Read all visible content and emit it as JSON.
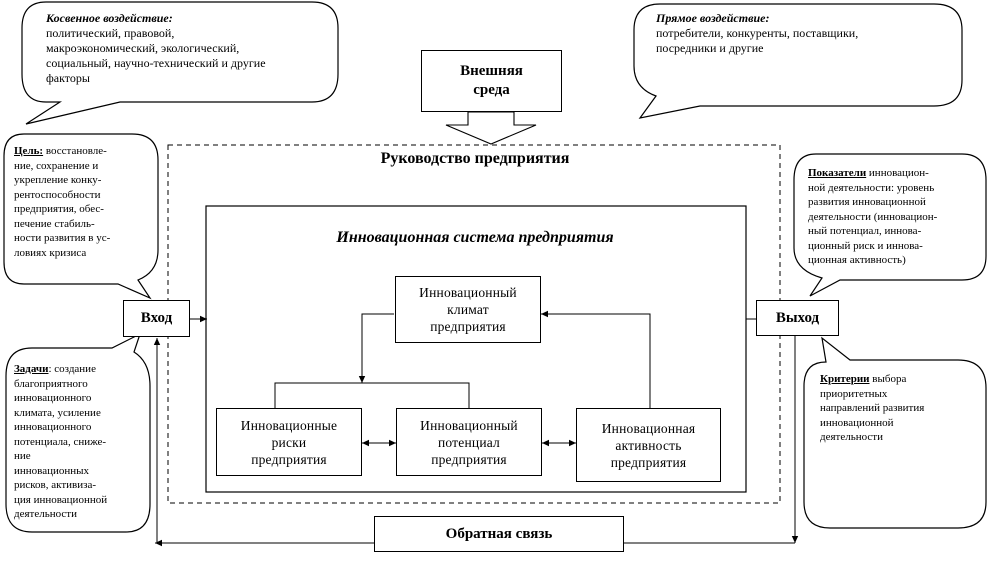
{
  "external": {
    "box_label": "Внешняя\nсреда",
    "indirect": {
      "heading": "Косвенное воздействие:",
      "text": "политический, правовой,\nмакроэкономический, экологический,\nсоциальный, научно-технический и другие\nфакторы"
    },
    "direct": {
      "heading": "Прямое воздействие:",
      "text": "потребители, конкуренты, поставщики,\nпосредники и другие"
    }
  },
  "management": {
    "title": "Руководство предприятия"
  },
  "innovation_system": {
    "title": "Инновационная система предприятия",
    "climate": "Инновационный\nклимат\nпредприятия",
    "risks": "Инновационные\nриски\nпредприятия",
    "potential": "Инновационный\nпотенциал\nпредприятия",
    "activity": "Инновационная\nактивность\nпредприятия"
  },
  "input": {
    "label": "Вход",
    "goal": {
      "heading": "Цель:",
      "text": " восстановле-\nние, сохранение и\nукрепление конку-\nрентоспособности\nпредприятия, обес-\nпечение стабиль-\nности развития в ус-\nловиях кризиса"
    },
    "tasks": {
      "heading": "Задачи",
      "text": ": создание\nблагоприятного\nинновационного\nклимата, усиление\nинновационного\nпотенциала, сниже-\nние\nинновационных\nрисков, активиза-\nция инновационной\nдеятельности"
    }
  },
  "output": {
    "label": "Выход",
    "indicators": {
      "heading": "Показатели",
      "text": " инновацион-\nной деятельности: уровень\nразвития инновационной\nдеятельности (инновацион-\nный потенциал, иннова-\nционный риск и иннова-\nционная активность)"
    },
    "criteria": {
      "heading": "Критерии",
      "text": " выбора\nприоритетных\nнаправлений развития\nинновационной\nдеятельности"
    }
  },
  "feedback": {
    "label": "Обратная связь"
  }
}
